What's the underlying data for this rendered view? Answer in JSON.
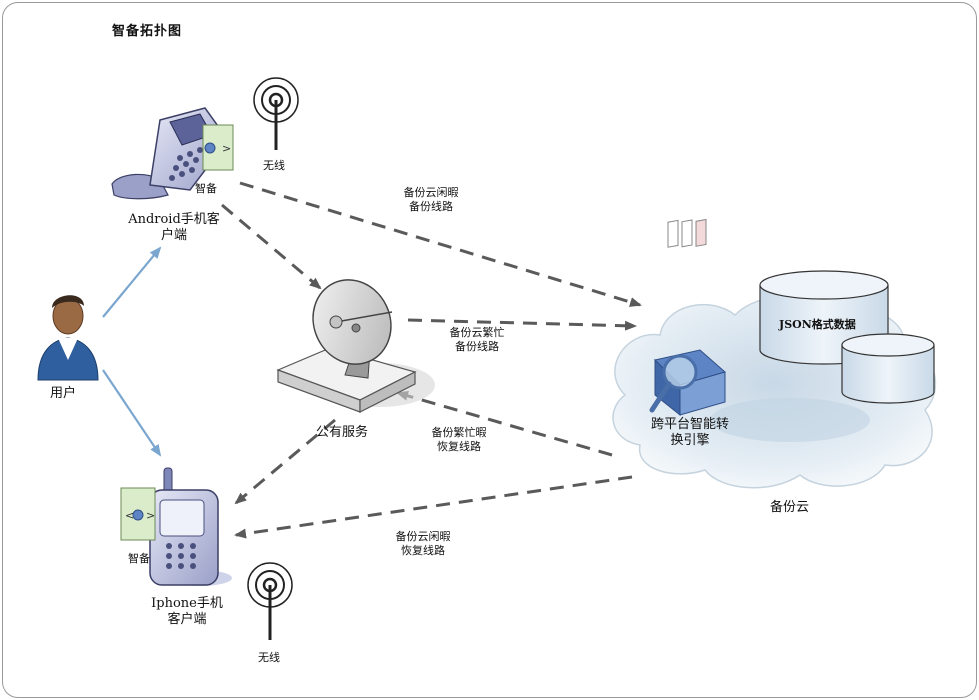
{
  "title": "智备拓扑图",
  "nodes": {
    "user": "用户",
    "android_client_line1": "Android手机客",
    "android_client_line2": "户端",
    "android_badge": "智备",
    "iphone_client_line1": "Iphone手机",
    "iphone_client_line2": "客户端",
    "iphone_badge": "智备",
    "public_service": "公有服务",
    "engine_line1": "跨平台智能转",
    "engine_line2": "换引擎",
    "json_db": "JSON格式数据",
    "backup_cloud": "备份云"
  },
  "wireless_top": "无线",
  "wireless_bottom": "无线",
  "links": {
    "idle_backup_line1": "备份云闲暇",
    "idle_backup_line2": "备份线路",
    "busy_backup_line1": "备份云繁忙",
    "busy_backup_line2": "备份线路",
    "busy_restore_line1": "备份繁忙暇",
    "busy_restore_line2": "恢复线路",
    "idle_restore_line1": "备份云闲暇",
    "idle_restore_line2": "恢复线路"
  },
  "colors": {
    "arrow_blue": "#7aa6cf",
    "dash_gray": "#5a5a5a",
    "cloud": "#d7e4ee",
    "db_fill": "#dfe9f2"
  }
}
